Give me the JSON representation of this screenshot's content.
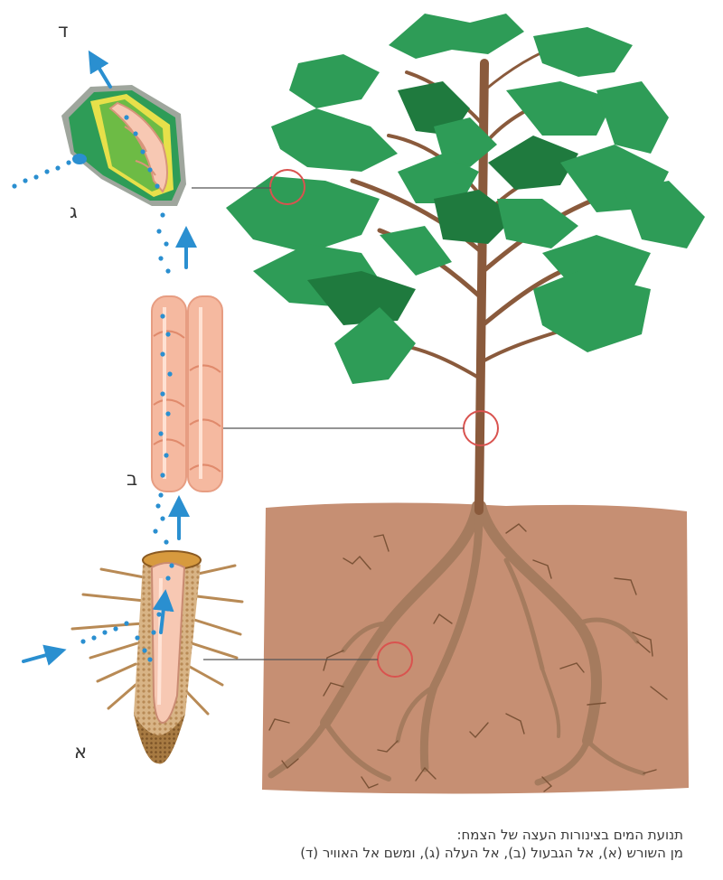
{
  "labels": {
    "root": "א",
    "stem": "ב",
    "leaf": "ג",
    "air": "ד"
  },
  "caption": {
    "line1": "תנועת המים בצינורות העצה של הצמח:",
    "line2": "מן השורש (א), אל הגבעול (ב), אל העלה (ג), ומשם אל האוויר (ד)"
  },
  "colors": {
    "soil": "#c68f73",
    "leaf": "#2e9c57",
    "leaf_dark": "#1f7a3e",
    "trunk": "#8a5a3c",
    "root": "#a57b5e",
    "vessel": "#f5b9a0",
    "water_dot": "#2a8fd0",
    "arrow": "#2a8fd0",
    "callout_circle": "#d9534f"
  }
}
